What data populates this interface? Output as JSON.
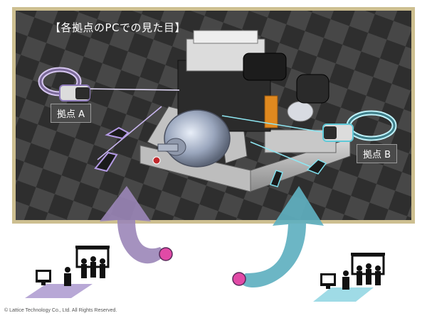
{
  "screen": {
    "title": "【各拠点のPCでの見た目】"
  },
  "sites": [
    {
      "id": "A",
      "label": "拠点 A",
      "color": "#8e6fb4"
    },
    {
      "id": "B",
      "label": "拠点 B",
      "color": "#4bb7c8"
    }
  ],
  "copyright": "© Lattice Technology Co., Ltd. All Rights Reserved.",
  "colors": {
    "frame": "#cdbf90",
    "arrow_purple": "#9b86b8",
    "arrow_teal": "#5fb0c0",
    "dot_pink": "#e14aa6"
  }
}
